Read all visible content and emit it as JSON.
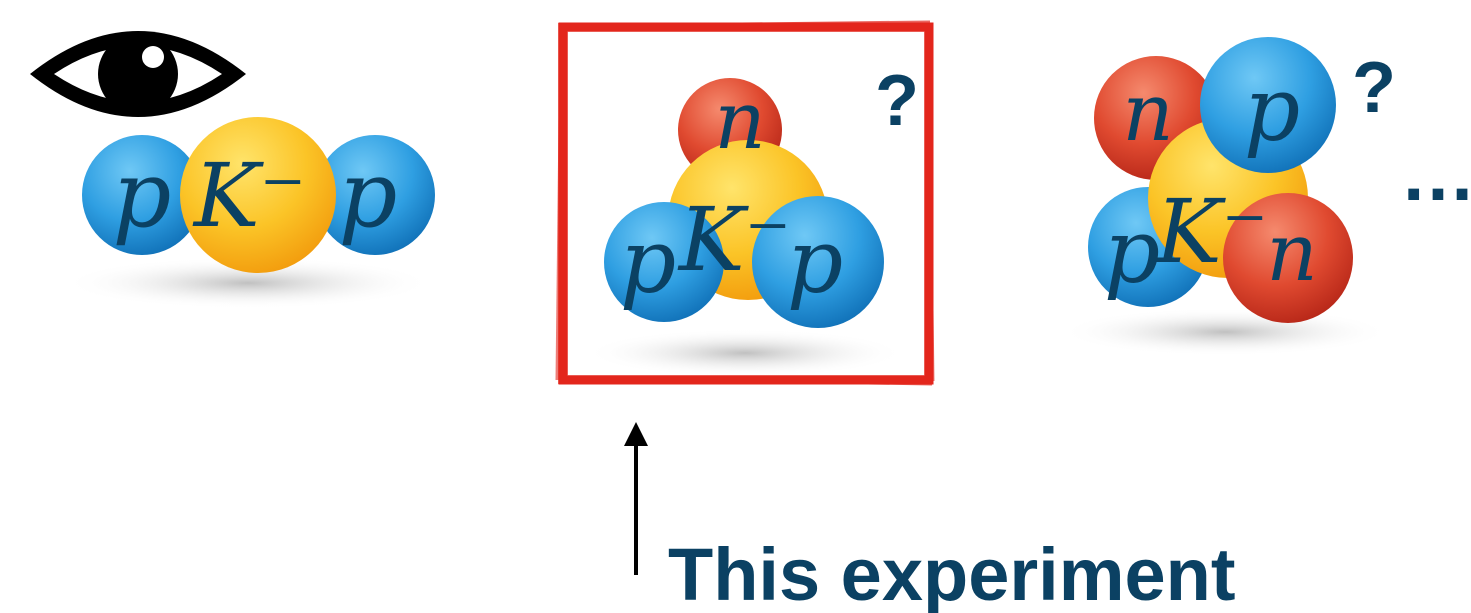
{
  "colors": {
    "proton": "#1e88d2",
    "neutron": "#d63a25",
    "kaon": "#f5b614",
    "label_text": "#0b4163",
    "box": "#e3261c",
    "question": "#0b4163",
    "caption": "#0b4163",
    "arrow": "#000000",
    "eye": "#000000"
  },
  "icons": {
    "observed_marker": "eye-icon",
    "pointer": "arrow-up-icon"
  },
  "systems": [
    {
      "name": "K-pp",
      "particles": [
        {
          "label": "p",
          "kind": "proton"
        },
        {
          "label": "K⁻",
          "kind": "kaon"
        },
        {
          "label": "p",
          "kind": "proton"
        }
      ]
    },
    {
      "name": "K-ppn",
      "particles": [
        {
          "label": "n",
          "kind": "neutron"
        },
        {
          "label": "K⁻",
          "kind": "kaon"
        },
        {
          "label": "p",
          "kind": "proton"
        },
        {
          "label": "p",
          "kind": "proton"
        }
      ],
      "question": "?"
    },
    {
      "name": "K-ppnn",
      "particles": [
        {
          "label": "n",
          "kind": "neutron"
        },
        {
          "label": "p",
          "kind": "proton"
        },
        {
          "label": "K⁻",
          "kind": "kaon"
        },
        {
          "label": "p",
          "kind": "proton"
        },
        {
          "label": "n",
          "kind": "neutron"
        }
      ],
      "question": "?"
    }
  ],
  "ellipsis": "…",
  "caption": "This experiment"
}
